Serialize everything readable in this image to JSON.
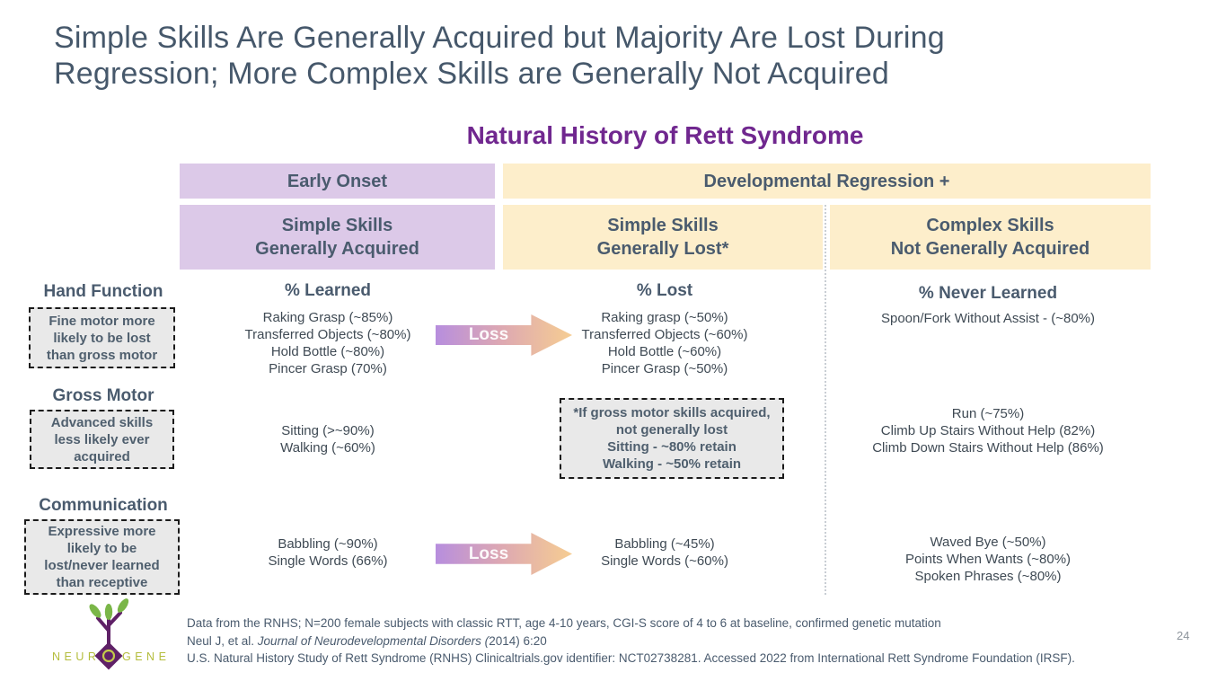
{
  "slide": {
    "title_lines": [
      "Simple Skills Are Generally Acquired but Majority Are Lost During",
      "Regression; More Complex Skills are Generally Not Acquired"
    ],
    "heading": "Natural History of Rett Syndrome",
    "page_number": "24"
  },
  "table": {
    "phase_headers": [
      {
        "label": "Early Onset"
      },
      {
        "label": "Developmental Regression +"
      }
    ],
    "skill_headers": [
      {
        "lines": [
          "Simple Skills",
          "Generally Acquired"
        ]
      },
      {
        "lines": [
          "Simple Skills",
          "Generally Lost*"
        ]
      },
      {
        "lines": [
          "Complex Skills",
          "Not Generally Acquired"
        ]
      }
    ],
    "column_headers": [
      "% Learned",
      "% Lost",
      "% Never Learned"
    ]
  },
  "rows": [
    {
      "category": "Hand Function",
      "note_lines": [
        "Fine motor more",
        "likely to be lost",
        "than gross motor"
      ],
      "learned": [
        "Raking Grasp (~85%)",
        "Transferred Objects (~80%)",
        "Hold Bottle (~80%)",
        "Pincer Grasp (70%)"
      ],
      "arrow_label": "Loss",
      "lost": [
        "Raking grasp (~50%)",
        "Transferred Objects (~60%)",
        "Hold Bottle (~60%)",
        "Pincer Grasp (~50%)"
      ],
      "never_learned": [
        "Spoon/Fork Without Assist - (~80%)"
      ]
    },
    {
      "category": "Gross Motor",
      "note_lines": [
        "Advanced skills",
        "less likely ever",
        "acquired"
      ],
      "learned": [
        "Sitting (>~90%)",
        "Walking (~60%)"
      ],
      "lost_note": [
        "*If gross motor skills acquired,",
        "not generally lost",
        "Sitting - ~80% retain",
        "Walking - ~50% retain"
      ],
      "never_learned": [
        "Run (~75%)",
        "Climb Up Stairs Without Help (82%)",
        "Climb Down Stairs Without Help (86%)"
      ]
    },
    {
      "category": "Communication",
      "note_lines": [
        "Expressive more",
        "likely to be",
        "lost/never learned",
        "than receptive"
      ],
      "learned": [
        "Babbling (~90%)",
        "Single Words (66%)"
      ],
      "arrow_label": "Loss",
      "lost": [
        "Babbling (~45%)",
        "Single Words (~60%)"
      ],
      "never_learned": [
        "Waved Bye (~50%)",
        "Points When Wants (~80%)",
        "Spoken Phrases (~80%)"
      ]
    }
  ],
  "footnotes": {
    "line1": "Data from the RNHS; N=200 female subjects with classic RTT, age 4-10 years, CGI-S score of 4 to 6 at baseline, confirmed genetic mutation",
    "line2_prefix": "Neul J, et al. ",
    "line2_journal": "Journal of Neurodevelopmental Disorders (",
    "line2_suffix": "2014) 6:20",
    "line3": "U.S. Natural History Study of Rett Syndrome (RNHS) Clinicaltrials.gov identifier: NCT02738281. Accessed 2022 from International Rett Syndrome Foundation (IRSF)."
  },
  "logo": {
    "word_left": "NEUR",
    "word_right": "GENE"
  },
  "colors": {
    "accent_purple": "#70278f",
    "cell_purple": "#dcc9e8",
    "cell_cream": "#fdeecb",
    "header_text": "#4a5b6e",
    "logo_purple": "#5f2167",
    "logo_green": "#7ab648",
    "arrow_from": "#b78ede",
    "arrow_to": "#f6cd92"
  }
}
